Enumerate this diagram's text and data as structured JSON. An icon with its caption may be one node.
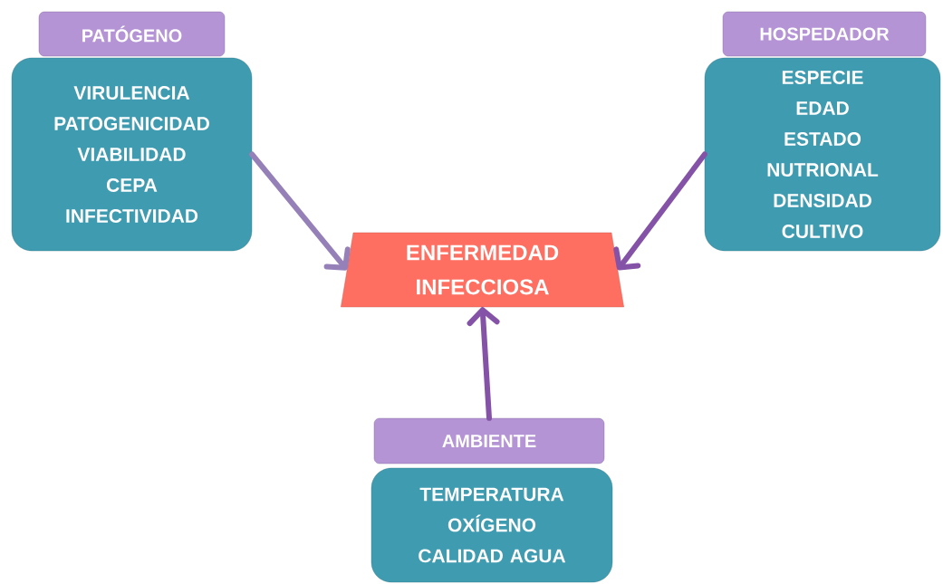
{
  "diagram": {
    "nodes": [
      {
        "text": [
          "PATÓGENO"
        ]
      },
      {
        "text": [
          "VIRULENCIA",
          "PATOGENICIDAD",
          "VIABILIDAD",
          "CEPA",
          "INFECTIVIDAD"
        ]
      },
      {
        "text": [
          "HOSPEDADOR"
        ]
      },
      {
        "text": [
          "ESPECIE",
          "EDAD",
          "ESTADO",
          "NUTRIONAL",
          "DENSIDAD",
          "CULTIVO"
        ]
      },
      {
        "text": [
          "ENFERMEDAD INFECCIOSA"
        ]
      },
      {
        "text": [
          "AMBIENTE"
        ]
      },
      {
        "text": [
          "TEMPERATURA",
          "OXÍGENO",
          "CALIDAD AGUA"
        ]
      }
    ],
    "edges": [
      {
        "from": 1,
        "to": 4,
        "arrow": "to",
        "color": "#9580b8"
      },
      {
        "from": 3,
        "to": 4,
        "arrow": "to"
      },
      {
        "from": 5,
        "to": 4,
        "arrow": "to"
      }
    ]
  }
}
